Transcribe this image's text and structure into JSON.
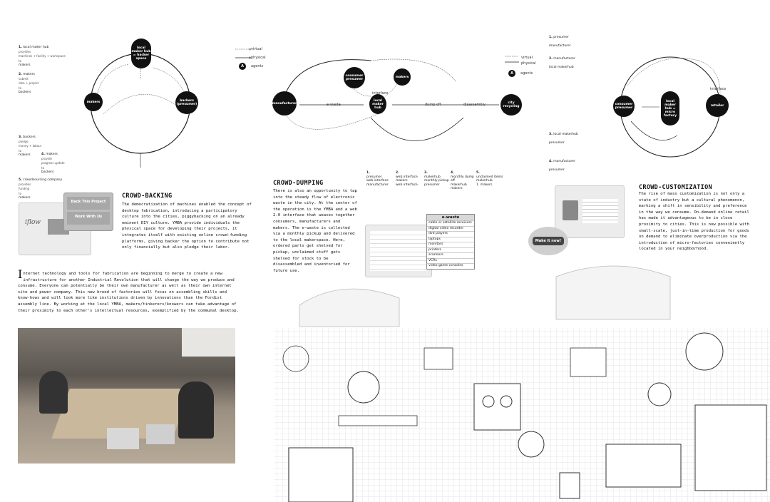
{
  "legend": {
    "virtual": "virtual",
    "physical": "physical",
    "agents_symbol": "A",
    "agents": "agents"
  },
  "backing": {
    "title": "CROWD-BACKING",
    "body": "The democratization of machines enabled the concept of desktop fabrication, introducing a participatory culture into the cities, piggybacking on an already eminent DIY culture. YMBA provide individuals the physical space for developing their projects, it integrates itself with existing online crowd-funding platforms, giving backer the option to contribute not only financially but also pledge their labor.",
    "nodes": {
      "hub": "local maker hub = hacker space",
      "makers": "makers",
      "backers": "backers (presumer)"
    },
    "steps": [
      {
        "n": "1.",
        "a": "local maker hub",
        "b": "provides",
        "c": "machines + facility + workspace",
        "d": "to",
        "e": "makers"
      },
      {
        "n": "2.",
        "a": "makers",
        "b": "submit",
        "c": "idea + project",
        "d": "to",
        "e": "backers"
      },
      {
        "n": "3.",
        "a": "backers",
        "b": "pledge",
        "c": "money + labour",
        "d": "to",
        "e": "makers"
      },
      {
        "n": "4.",
        "a": "makers",
        "b": "provide",
        "c": "progress update",
        "d": "to",
        "e": "backers"
      },
      {
        "n": "5.",
        "a": "crowdsourcing company",
        "b": "provides",
        "c": "funding",
        "d": "to",
        "e": "makers"
      }
    ],
    "thumb_btn1": "Back This Project",
    "thumb_btn2": "Work With Us",
    "thumb_logo": "iflow"
  },
  "dumping": {
    "title": "CROWD-DUMPING",
    "body": "There is also an opportunity to tap into the steady flow of electronic waste in the city. At the center of the operation is the YMBA and a web 2.0 interface that weaves together consumers, manufacturers and makers. The e-waste is collected via a monthly pickup and delivered to the local makerspace. Here, ordered parts get shelved for pickup, unclaimed stuff gets shelved for stock to be disassembled and inventoried for future use.",
    "nodes": {
      "manufacturer": "manufacturer",
      "consumer": "consumer presumer",
      "makers": "makers",
      "hub": "local maker hub",
      "recycling": "city recycling"
    },
    "labels": {
      "ewaste": "e-waste",
      "dump": "dump off",
      "disassembly": "disassembly",
      "interface": "interface"
    },
    "steps": [
      {
        "n": "1.",
        "a": "presumer",
        "e": "web interface",
        "f": "manufacturer"
      },
      {
        "n": "2.",
        "a": "web interface",
        "c": "makers",
        "e": "web interface"
      },
      {
        "n": "3.",
        "a": "makerhub",
        "c": "monthly pickup",
        "e": "presumer"
      },
      {
        "n": "4.",
        "a": "monthly dump off",
        "c": "makerhub",
        "e": "makers"
      },
      {
        "n": "5.",
        "a": "unclaimed items",
        "c": "makerhub",
        "e": "1. makers"
      }
    ],
    "ewaste_title": "e-waste",
    "ewaste_items": [
      "cable or satellite receivers",
      "digital video recorder",
      "dvd players",
      "laptops",
      "monitors",
      "printers",
      "scanners",
      "VCRs",
      "video game consoles"
    ]
  },
  "customization": {
    "title": "CROWD-CUSTOMIZATION",
    "body": "The rise of mass customization is not only a state of industry but a cultural phenomenon, marking a shift in sensibility and preference in the way we consume. On-demand online retail has made it advantageous to be in close proximity to cities. This is now possible with small-scale, just-in-time production for goods on demand to eliminate overproduction via the introduction of micro-factories conveniently located in your neighborhood.",
    "nodes": {
      "consumer": "consumer presumer",
      "hub": "local maker hub = micro factory",
      "retailer": "retailer",
      "interface": "interface"
    },
    "steps": [
      {
        "n": "1.",
        "a": "presumer",
        "e": "manufacturer"
      },
      {
        "n": "2.",
        "a": "manufacturer",
        "e": "local makerhub"
      },
      {
        "n": "3.",
        "a": "local makerhub",
        "e": "presumer"
      },
      {
        "n": "4.",
        "a": "manufacturer",
        "e": "presumer"
      }
    ],
    "badge": "Make it now!"
  },
  "intro": {
    "dropcap": "I",
    "body": "nternet technology and tools for fabrication are beginning to merge to create a new infrastructure for another Industrial Revolution that will change the way we produce and consume. Everyone can potentially be their own manufacturer as well as their own internet site and power company. This new breed of factories will focus on assembling skills and know-hows and will look more like institutions driven by innovations than the Fordist assembly line. By working at the local YMBA, makers/tinkerers/knowers can take advantage of their proximity to each other's intellectual resources, exemplified by the communal desktop."
  }
}
